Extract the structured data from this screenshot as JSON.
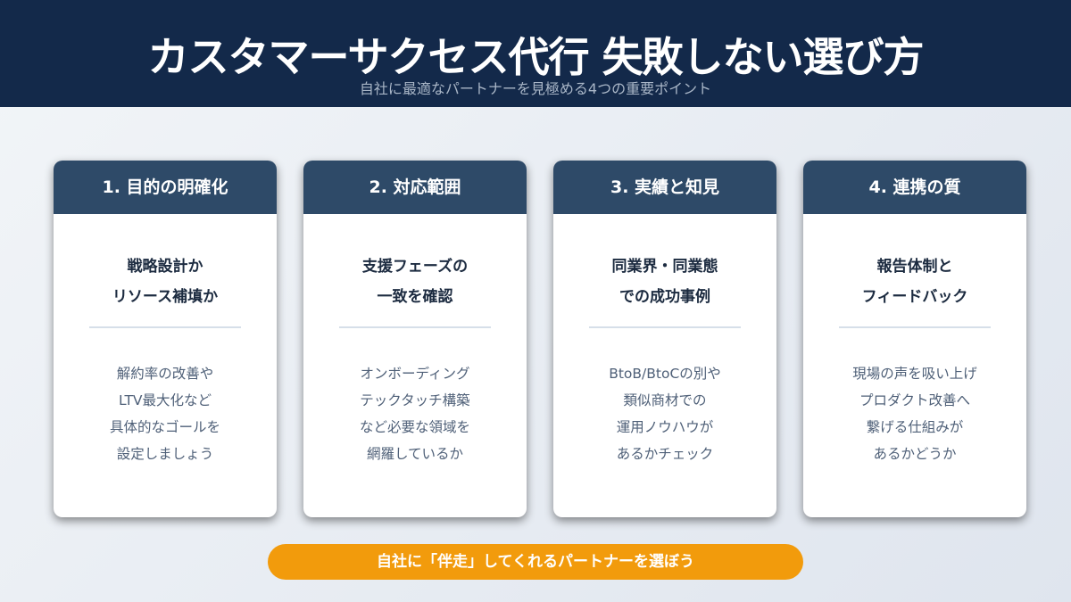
{
  "header": {
    "title": "カスタマーサクセス代行 失敗しない選び方",
    "subtitle": "自社に最適なパートナーを見極める4つの重要ポイント"
  },
  "cards": [
    {
      "heading": "1. 目的の明確化",
      "lead": "戦略設計か\nリソース補填か",
      "body": "解約率の改善や\nLTV最大化など\n具体的なゴールを\n設定しましょう"
    },
    {
      "heading": "2. 対応範囲",
      "lead": "支援フェーズの\n一致を確認",
      "body": "オンボーディング\nテックタッチ構築\nなど必要な領域を\n網羅しているか"
    },
    {
      "heading": "3. 実績と知見",
      "lead": "同業界・同業態\nでの成功事例",
      "body": "BtoB/BtoCの別や\n類似商材での\n運用ノウハウが\nあるかチェック"
    },
    {
      "heading": "4. 連携の質",
      "lead": "報告体制と\nフィードバック",
      "body": "現場の声を吸い上げ\nプロダクト改善へ\n繋げる仕組みが\nあるかどうか"
    }
  ],
  "footer": {
    "message": "自社に「伴走」してくれるパートナーを選ぼう"
  },
  "colors": {
    "banner": "#13294a",
    "card_header": "#2e4a68",
    "accent": "#f29b0c"
  }
}
